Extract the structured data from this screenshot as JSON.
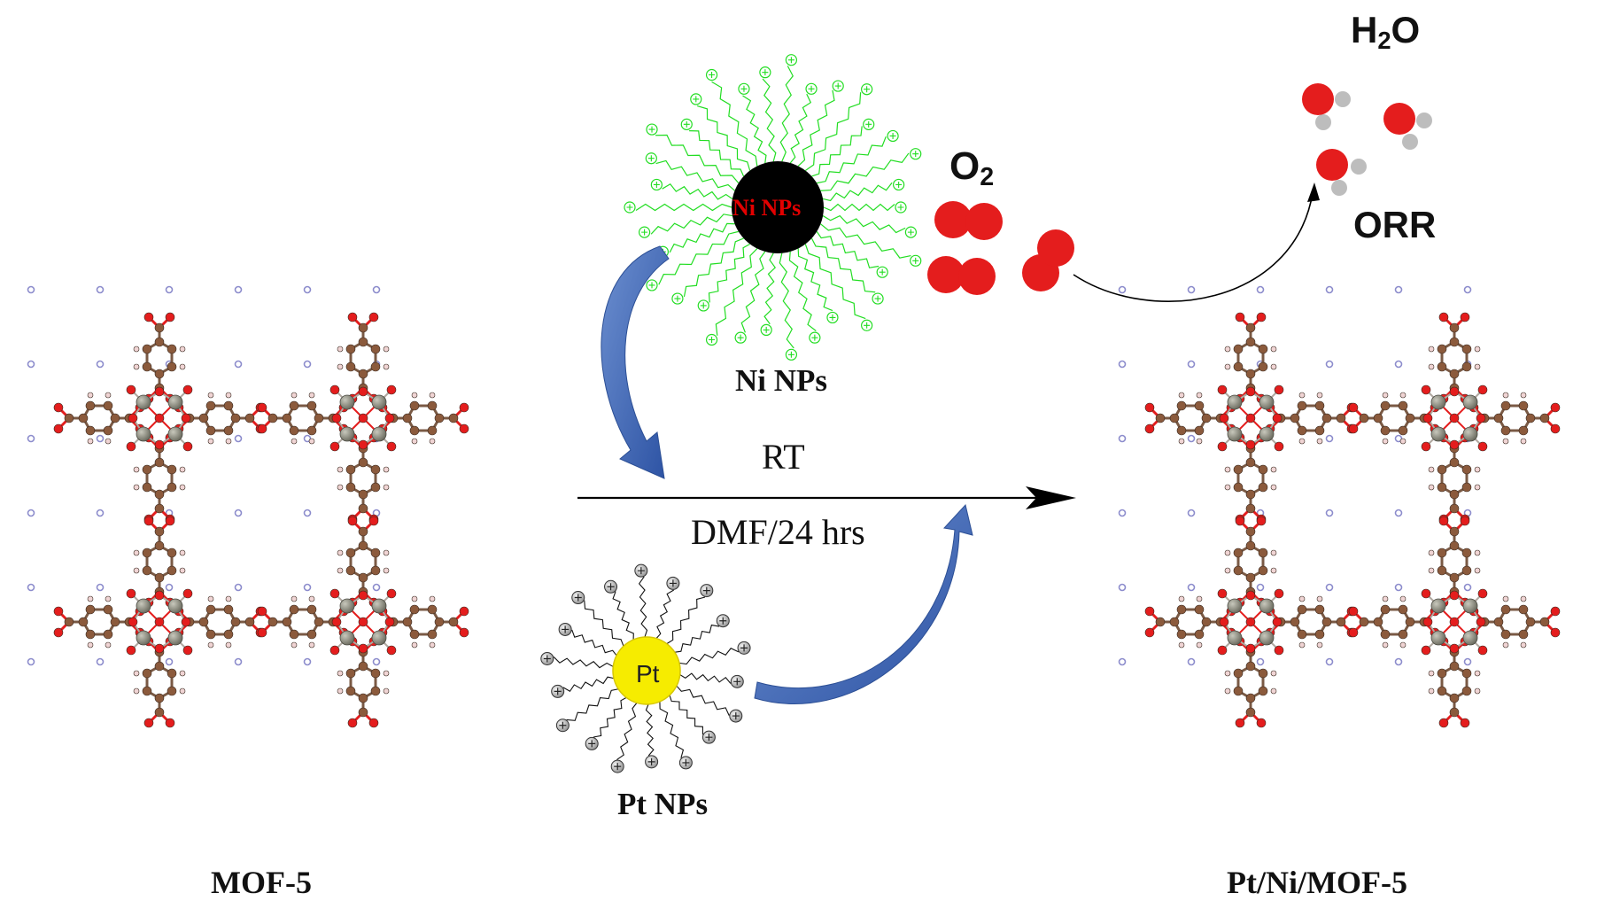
{
  "labels": {
    "mof5": "MOF-5",
    "pt_ni_mof5": "Pt/Ni/MOF-5",
    "ni_nps": "Ni NPs",
    "pt_nps": "Pt NPs",
    "ni_core": "Ni NPs",
    "pt_core": "Pt",
    "rt": "RT",
    "conditions": "DMF/24 hrs",
    "o2": {
      "symbol": "O",
      "sub": "2"
    },
    "h2o": {
      "symbol_a": "H",
      "sub": "2",
      "symbol_b": "O"
    },
    "orr": "ORR"
  },
  "colors": {
    "carbon": "#8b5a3c",
    "oxygen": "#e41d1d",
    "zinc": "#8c8c7e",
    "hydrogen": "#f0d4d4",
    "solvent": "#8c8ccc",
    "ni_core": "#000000",
    "ni_ligand": "#22dd22",
    "pt_core": "#f6ec00",
    "pt_ligand": "#111111",
    "curved_arrow": "#3d65b4",
    "h_atom": "#bdbdbd"
  }
}
